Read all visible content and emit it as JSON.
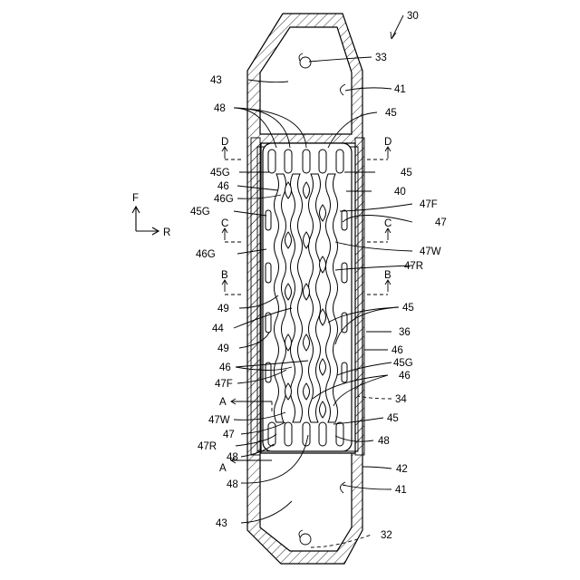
{
  "figure_number": "30",
  "direction_labels": {
    "front": "F",
    "right": "R"
  },
  "section_letters": {
    "A": "A",
    "B": "B",
    "C": "C",
    "D": "D"
  },
  "labels": {
    "l30": "30",
    "l33": "33",
    "l43_top": "43",
    "l41_top": "41",
    "l48_top": "48",
    "l45_top": "45",
    "l45g_1": "45G",
    "l45_r1": "45",
    "l46_1": "46",
    "l40": "40",
    "l46g_1": "46G",
    "l47f_r": "47F",
    "l45g_2": "45G",
    "l47_r": "47",
    "l46g_2": "46G",
    "l47w_r": "47W",
    "l47r_r": "47R",
    "l49_1": "49",
    "l45_r2": "45",
    "l44": "44",
    "l36": "36",
    "l49_2": "49",
    "l46_r": "46",
    "l46_l": "46",
    "l45g_r": "45G",
    "l47f_l": "47F",
    "l46_r2": "46",
    "l34": "34",
    "l47w_l": "47W",
    "l45_r3": "45",
    "l47_l": "47",
    "l47r_l": "47R",
    "l48_r": "48",
    "l48_l1": "48",
    "l42": "42",
    "l48_l2": "48",
    "l41_bot": "41",
    "l43_bot": "43",
    "l32": "32"
  }
}
